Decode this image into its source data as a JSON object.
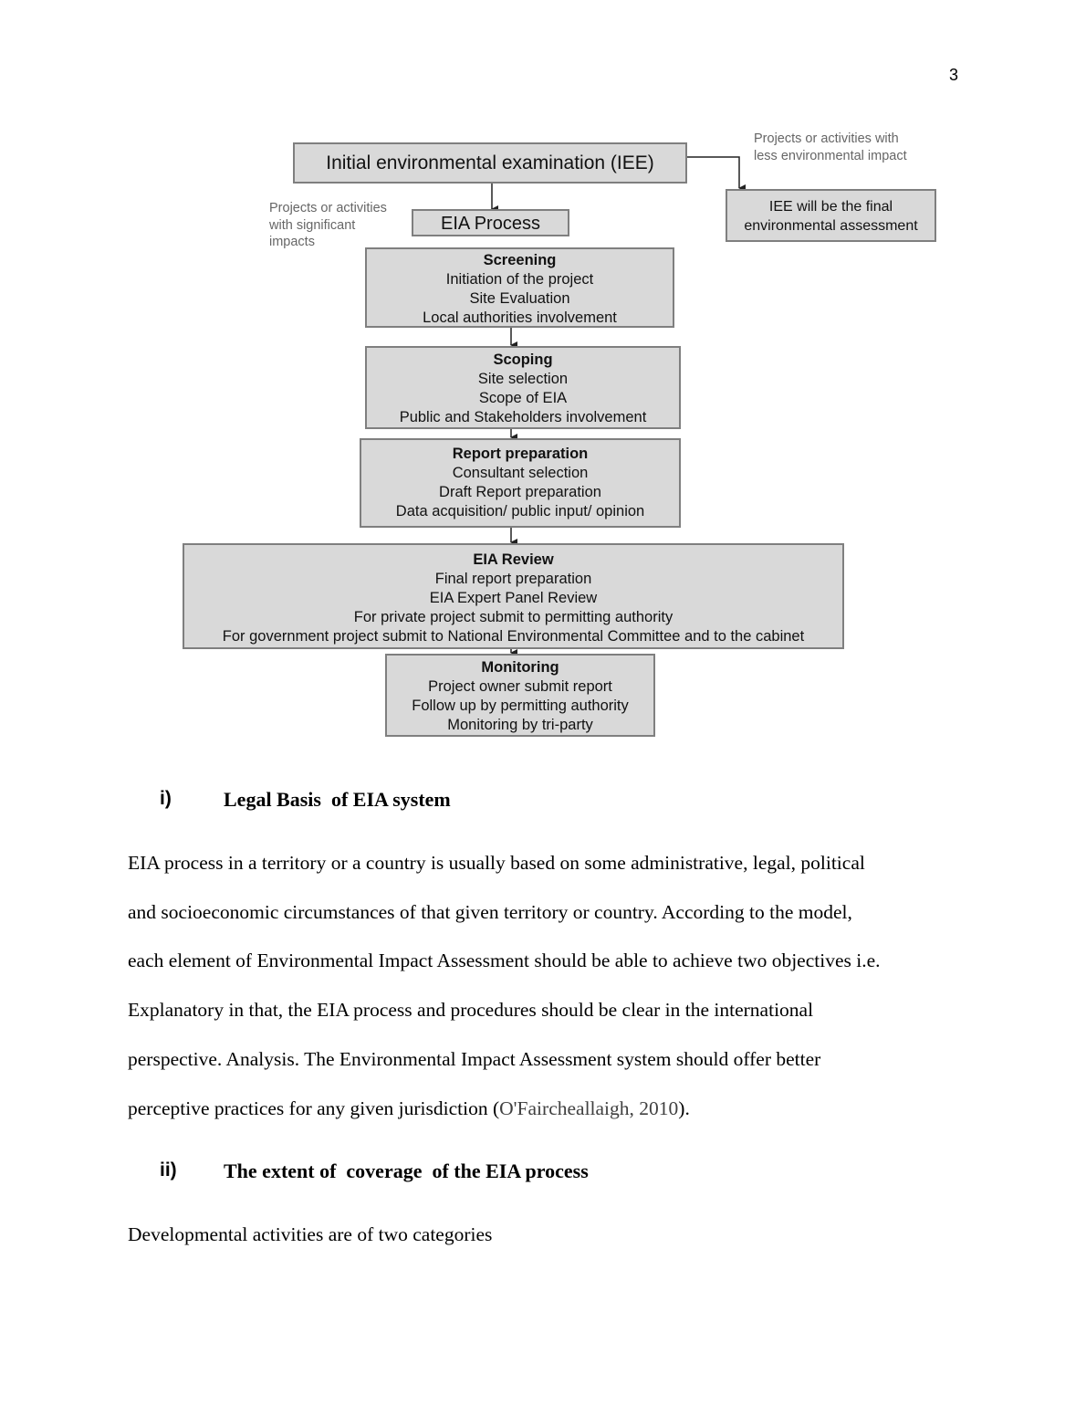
{
  "page_number": "3",
  "flowchart": {
    "iee_box": "Initial environmental examination (IEE)",
    "less_impact_note": [
      "Projects or activities with",
      "less environmental impact"
    ],
    "iee_final_box": [
      "IEE will be the final",
      "environmental assessment"
    ],
    "significant_note": [
      "Projects or activities",
      "with significant",
      "impacts"
    ],
    "eia_process_box": "EIA Process",
    "stages": [
      {
        "title": "Screening",
        "lines": [
          "Initiation of the project",
          "Site Evaluation",
          "Local authorities involvement"
        ]
      },
      {
        "title": "Scoping",
        "lines": [
          "Site selection",
          "Scope of EIA",
          "Public and Stakeholders involvement"
        ]
      },
      {
        "title": "Report preparation",
        "lines": [
          "Consultant selection",
          "Draft Report preparation",
          "Data acquisition/ public input/ opinion"
        ]
      },
      {
        "title": "EIA Review",
        "lines": [
          "Final report preparation",
          "EIA Expert Panel Review",
          "For private project submit to permitting authority",
          "For government project submit to National Environmental Committee and to the cabinet"
        ]
      },
      {
        "title": "Monitoring",
        "lines": [
          "Project owner submit report",
          "Follow up by permitting authority",
          "Monitoring by tri-party"
        ]
      }
    ]
  },
  "section1": {
    "number": "i)",
    "title": "Legal Basis  of EIA system",
    "paragraph": [
      "EIA process in a territory or a country is usually based on some administrative, legal, political",
      "and socioeconomic circumstances of that given territory or country. According to the model,",
      "each element of Environmental Impact Assessment should be able to achieve two objectives i.e.",
      "Explanatory in that, the EIA process and procedures should be clear in the international",
      "perspective. Analysis. The Environmental Impact Assessment system should offer better"
    ],
    "last_line_prefix": "perceptive practices for any given jurisdiction (",
    "citation": "O'Faircheallaigh, 2010",
    "last_line_suffix": ")."
  },
  "section2": {
    "number": "ii)",
    "title": "The extent of  coverage  of the EIA process",
    "paragraph": "Developmental activities are of two categories"
  }
}
